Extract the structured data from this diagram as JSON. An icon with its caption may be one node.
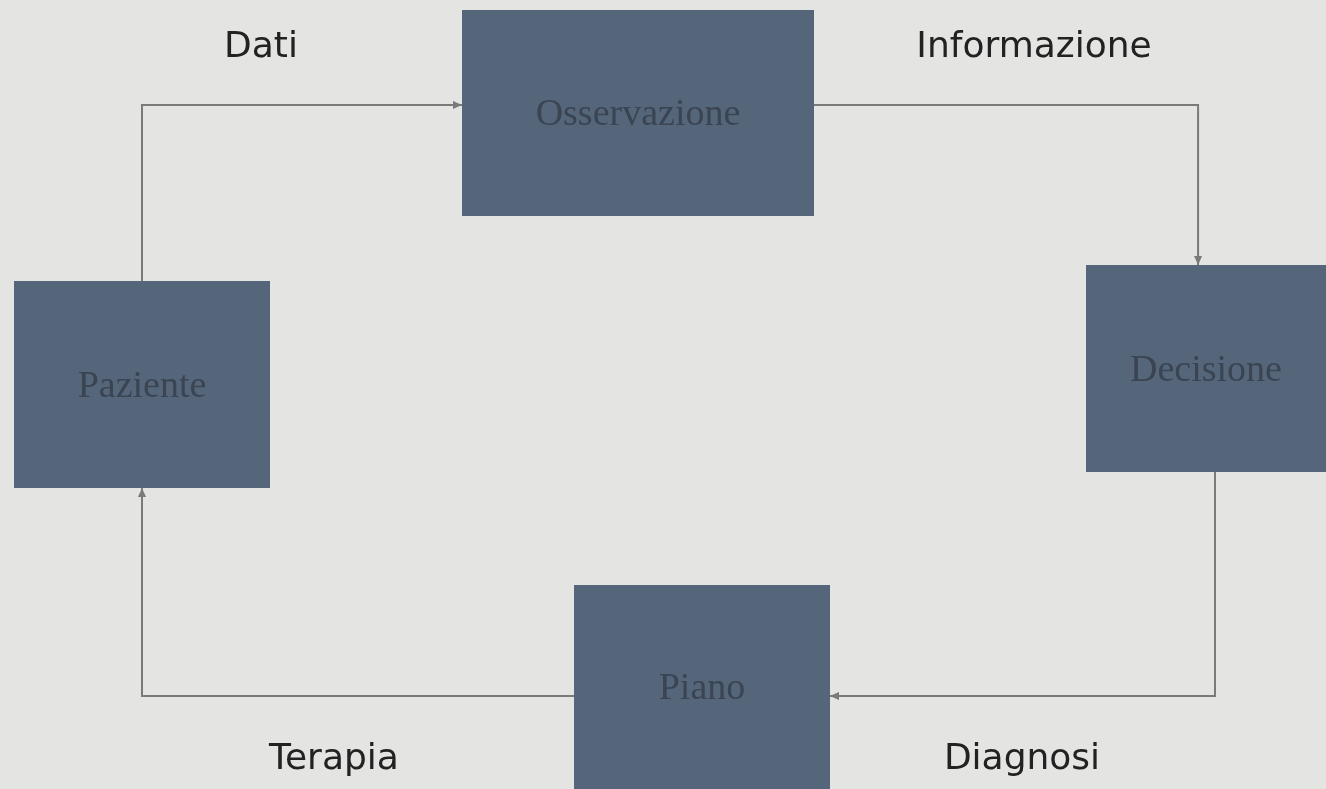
{
  "diagram": {
    "nodes": [
      {
        "text": [
          "Osservazione"
        ]
      },
      {
        "text": [
          "Decisione"
        ]
      },
      {
        "text": [
          "Piano"
        ]
      },
      {
        "text": [
          "Paziente"
        ]
      }
    ],
    "edges": [
      {
        "from": 3,
        "to": 0,
        "arrow": "to",
        "label": "Dati"
      },
      {
        "from": 0,
        "to": 1,
        "arrow": "to",
        "label": "Informazione"
      },
      {
        "from": 1,
        "to": 2,
        "arrow": "to",
        "label": "Diagnosi"
      },
      {
        "from": 2,
        "to": 3,
        "arrow": "to",
        "label": "Terapia"
      }
    ]
  }
}
